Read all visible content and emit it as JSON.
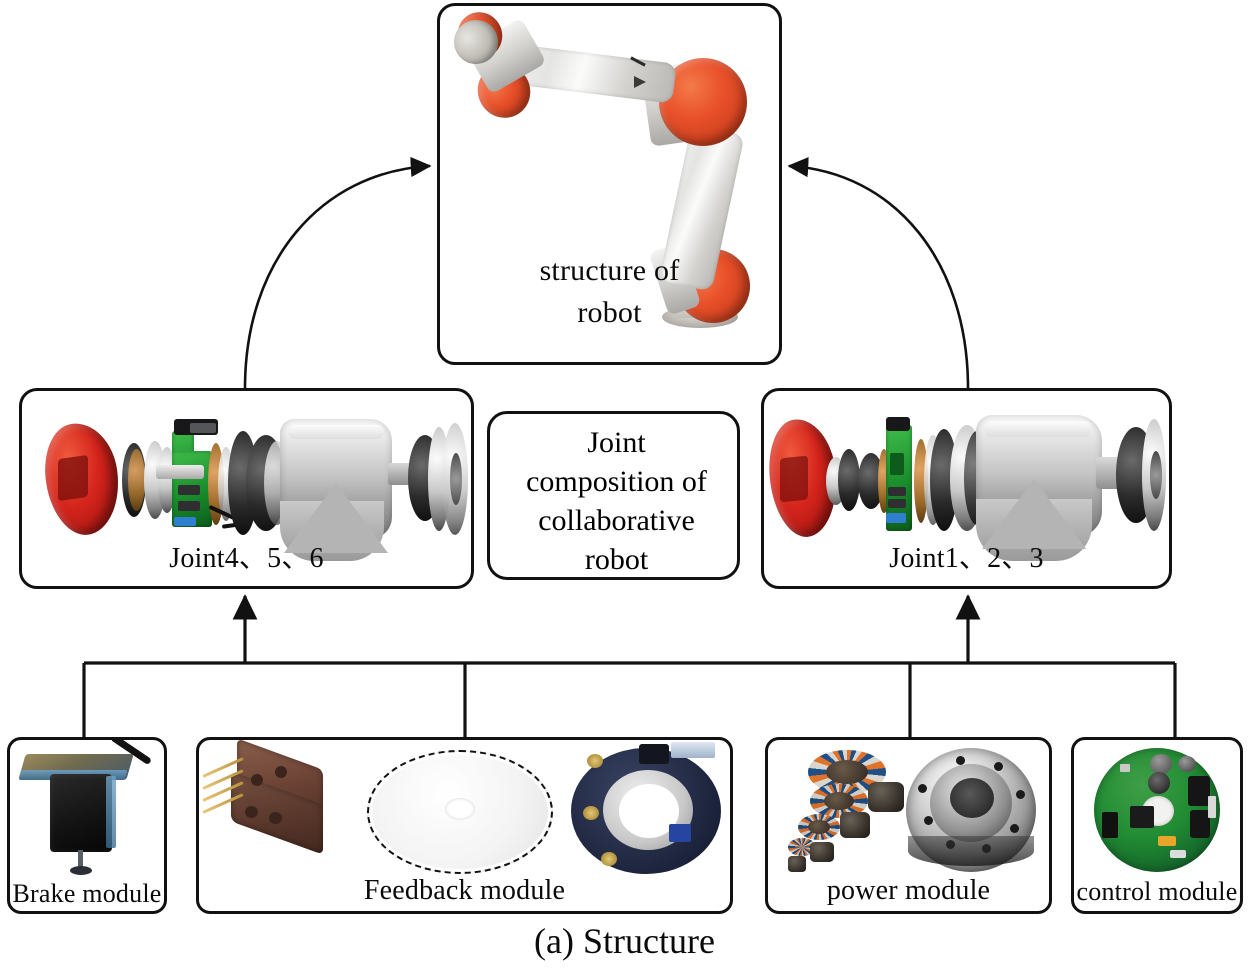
{
  "figure": {
    "caption": "(a) Structure"
  },
  "nodes": {
    "robot": {
      "label": "structure of\nrobot",
      "label_line1": "structure of",
      "label_line2": "robot",
      "image": "collaborative-robot-arm-photo"
    },
    "center": {
      "label": "Joint composition of collaborative robot",
      "lines": [
        "Joint",
        "composition of",
        "collaborative",
        "robot"
      ]
    },
    "joint_left": {
      "label": "Joint4、5、6",
      "image": "exploded-joint-assembly-456"
    },
    "joint_right": {
      "label": "Joint1、2、3",
      "image": "exploded-joint-assembly-123"
    }
  },
  "modules": [
    {
      "id": "brake",
      "label": "Brake module",
      "image": "brake-module-photo"
    },
    {
      "id": "feedback",
      "label": "Feedback module",
      "image": "feedback-module-photo"
    },
    {
      "id": "power",
      "label": "power module",
      "image": "power-module-photo"
    },
    {
      "id": "control",
      "label": "control module",
      "image": "control-module-photo"
    }
  ],
  "colors": {
    "line": "#111111",
    "robot_accent": "#e8502a",
    "joint_cap_red": "#d4241c",
    "pcb_green": "#17892a",
    "background": "#ffffff"
  },
  "connectors": [
    {
      "from": "joint_left",
      "to": "robot",
      "style": "curved-arrow"
    },
    {
      "from": "joint_right",
      "to": "robot",
      "style": "curved-arrow"
    },
    {
      "from": "modules-bus",
      "to": "joint_left",
      "style": "straight-arrow"
    },
    {
      "from": "modules-bus",
      "to": "joint_right",
      "style": "straight-arrow"
    }
  ]
}
